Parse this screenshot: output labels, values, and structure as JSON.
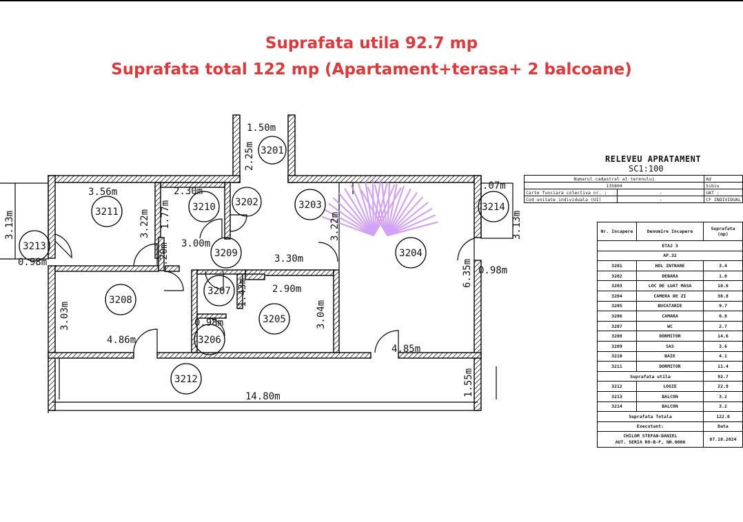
{
  "header": {
    "line1": "Suprafata utila 92.7 mp",
    "line2": "Suprafata total 122 mp (Apartament+terasa+ 2 balcoane)"
  },
  "colors": {
    "headline": "#e0373a",
    "watermark": "#c98cf5"
  },
  "plan": {
    "room_ids": [
      "3201",
      "3202",
      "3203",
      "3204",
      "3205",
      "3206",
      "3207",
      "3208",
      "3209",
      "3210",
      "3211",
      "3212",
      "3213",
      "3214"
    ],
    "dimensions": {
      "d_150": "1.50m",
      "d_225": "2.25m",
      "d_356": "3.56m",
      "d_230": "2.30m",
      "d_177": "1.77m",
      "d_322a": "3.22m",
      "d_322b": "3.22m",
      "d_300": "3.00m",
      "d_120": ".20m",
      "d_313a": "3.13m",
      "d_313b": "3.13m",
      "d_098a": "0.98m",
      "d_098b": "0.98m",
      "d_098c": "0.98m",
      "d_107": ".07m",
      "d_330": "3.30m",
      "d_290": "2.90m",
      "d_143": "1.43m",
      "d_304": "3.04m",
      "d_303": "3.03m",
      "d_635": "6.35m",
      "d_486": "4.86m",
      "d_485": "4.85m",
      "d_155": "1.55m",
      "d_1480": "14.80m"
    },
    "watermark_icon": "sunburst-logo-icon"
  },
  "title_block": {
    "title": "RELEVEU APRATAMENT",
    "scale": "SC1:100",
    "cadastral_header": "Numarul cadastral al terenului",
    "cadastral_number": "135804",
    "col_a": "Ad",
    "sibiu": "Sibiu",
    "uat": "UAT :",
    "cf_indiv": "CF INDIVIDUAL",
    "carte_funciara": "Carte funciara colectiva nr. :",
    "cod_unitate": "Cod unitate individuala (UI)",
    "dash": "-",
    "columns": [
      "Nr. Incapere",
      "Denumire Incapere",
      "Suprafata (mp)"
    ],
    "etaj": "ETAJ 3",
    "ap": "AP.32",
    "rooms": [
      {
        "nr": "3201",
        "name": "HOL INTRARE",
        "area": "3.4"
      },
      {
        "nr": "3202",
        "name": "DEBARA",
        "area": "1.0"
      },
      {
        "nr": "3203",
        "name": "LOC DE LUAT MASA",
        "area": "10.6"
      },
      {
        "nr": "3204",
        "name": "CAMERA DE ZI",
        "area": "30.8"
      },
      {
        "nr": "3205",
        "name": "BUCATARIE",
        "area": "9.7"
      },
      {
        "nr": "3206",
        "name": "CAMARA",
        "area": "0.8"
      },
      {
        "nr": "3207",
        "name": "WC",
        "area": "2.7"
      },
      {
        "nr": "3208",
        "name": "DORMITOR",
        "area": "14.6"
      },
      {
        "nr": "3209",
        "name": "SAS",
        "area": "3.6"
      },
      {
        "nr": "3210",
        "name": "BAIE",
        "area": "4.1"
      },
      {
        "nr": "3211",
        "name": "DORMITOR",
        "area": "11.4"
      }
    ],
    "utila_label": "Suprafata utila",
    "utila_value": "92.7",
    "extras": [
      {
        "nr": "3212",
        "name": "LOGIE",
        "area": "22.9"
      },
      {
        "nr": "3213",
        "name": "BALCON",
        "area": "3.2"
      },
      {
        "nr": "3214",
        "name": "BALCON",
        "area": "3.2"
      }
    ],
    "totala_label": "Suprafata Totala",
    "totala_value": "122.0",
    "executant": "Executant:",
    "data_label": "Data",
    "author": "CHILOM STEFAN-DANIEL",
    "authorization": "AUT. SERIA RO-B-F, NR.0006",
    "date": "07.10.2024"
  }
}
